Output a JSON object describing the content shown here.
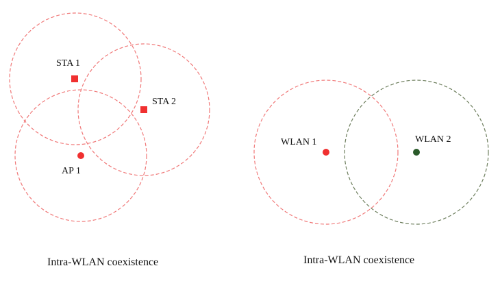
{
  "colors": {
    "red": "#f03030",
    "red_range": "#f07878",
    "green": "#2a5a2a",
    "green_range": "#6e7f5e"
  },
  "left_panel": {
    "caption": "Intra-WLAN coexistence",
    "nodes": {
      "sta1": {
        "label": "STA 1",
        "shape": "square"
      },
      "sta2": {
        "label": "STA 2",
        "shape": "square"
      },
      "ap1": {
        "label": "AP 1",
        "shape": "dot"
      }
    }
  },
  "right_panel": {
    "caption": "Intra-WLAN coexistence",
    "nodes": {
      "wlan1": {
        "label": "WLAN 1",
        "shape": "dot"
      },
      "wlan2": {
        "label": "WLAN 2",
        "shape": "dot"
      }
    }
  }
}
